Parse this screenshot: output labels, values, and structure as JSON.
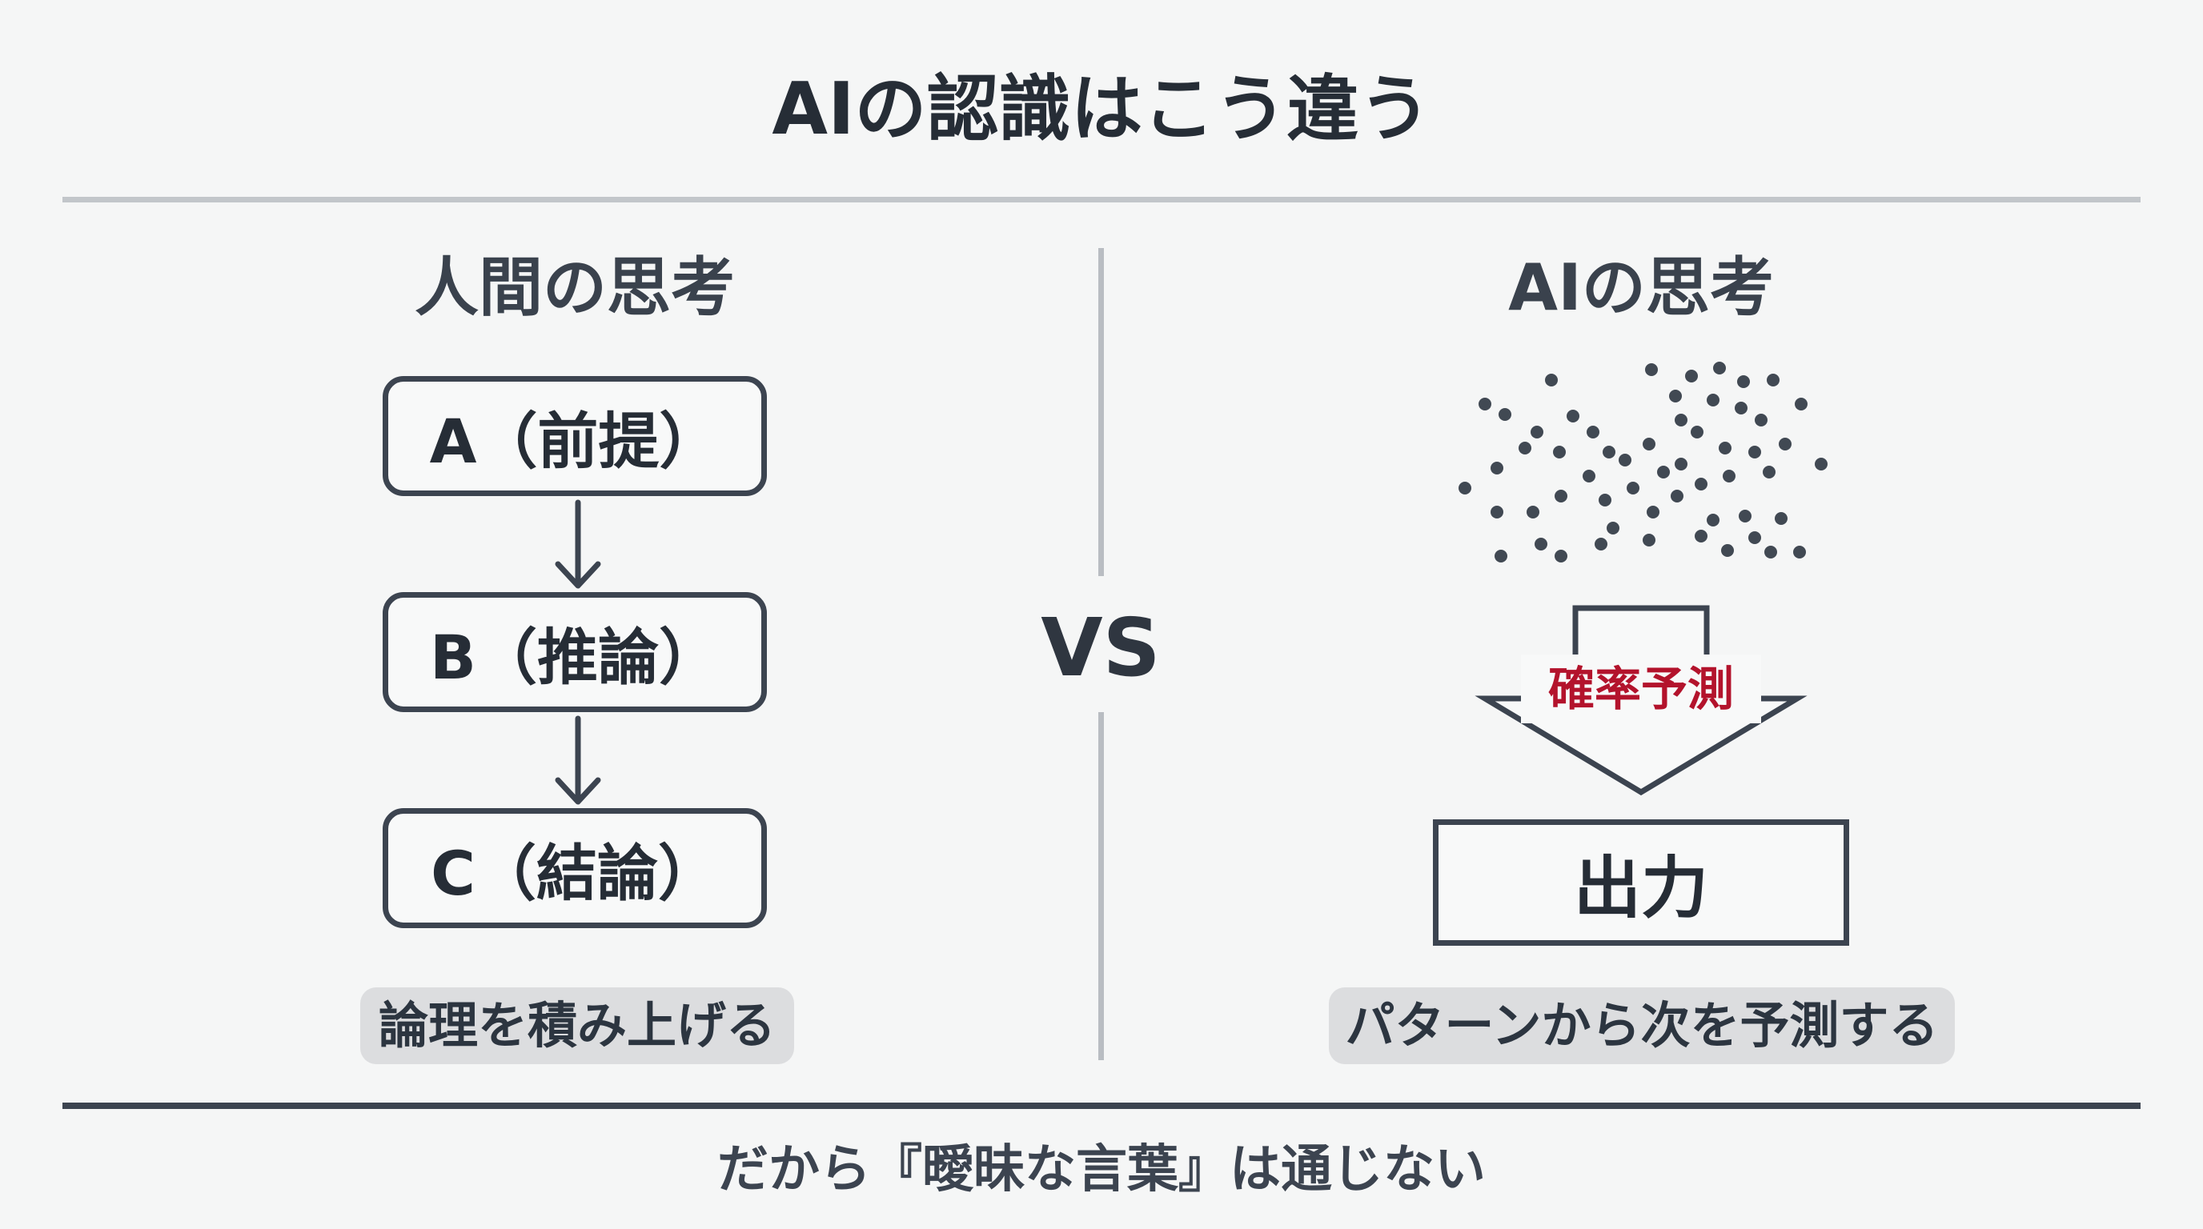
{
  "title": "AIの認識はこう違う",
  "vs_label": "VS",
  "left": {
    "heading": "人間の思考",
    "steps": [
      "A（前提）",
      "B（推論）",
      "C（結論）"
    ],
    "caption": "論理を積み上げる"
  },
  "right": {
    "heading": "AIの思考",
    "arrow_label": "確率予測",
    "output_label": "出力",
    "caption": "パターンから次を予測する"
  },
  "footer": "だから『曖昧な言葉』は通じない",
  "colors": {
    "accent": "#b3132c",
    "dark": "#3c4450",
    "dot": "#414953"
  }
}
